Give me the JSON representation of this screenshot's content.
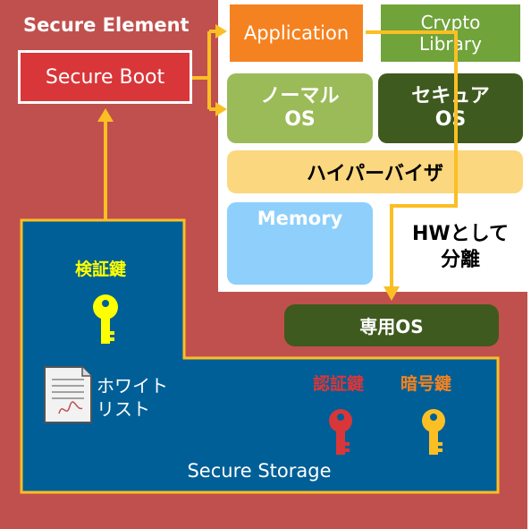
{
  "diagram": {
    "secure_element_title": "Secure Element",
    "secure_boot": "Secure Boot",
    "application": "Application",
    "crypto_library": [
      "Crypto",
      "Library"
    ],
    "normal_os": [
      "ノーマル",
      "OS"
    ],
    "secure_os": [
      "セキュア",
      "OS"
    ],
    "hypervisor": "ハイパーバイザ",
    "memory": "Memory",
    "hw_separation": [
      "HWとして",
      "分離"
    ],
    "dedicated_os": "専用OS",
    "verification_key": "検証鍵",
    "whitelist": [
      "ホワイト",
      "リスト"
    ],
    "authentication_key": "認証鍵",
    "encryption_key": "暗号鍵",
    "secure_storage": "Secure Storage"
  },
  "colors": {
    "secure_element_bg": "#c0504d",
    "secure_storage_bg": "#005f96",
    "arrow": "#fbbf24",
    "verification_key": "#ffff00",
    "authentication_key": "#d9363a",
    "encryption_key": "#f58220"
  },
  "icons": [
    "key-icon",
    "document-icon"
  ]
}
